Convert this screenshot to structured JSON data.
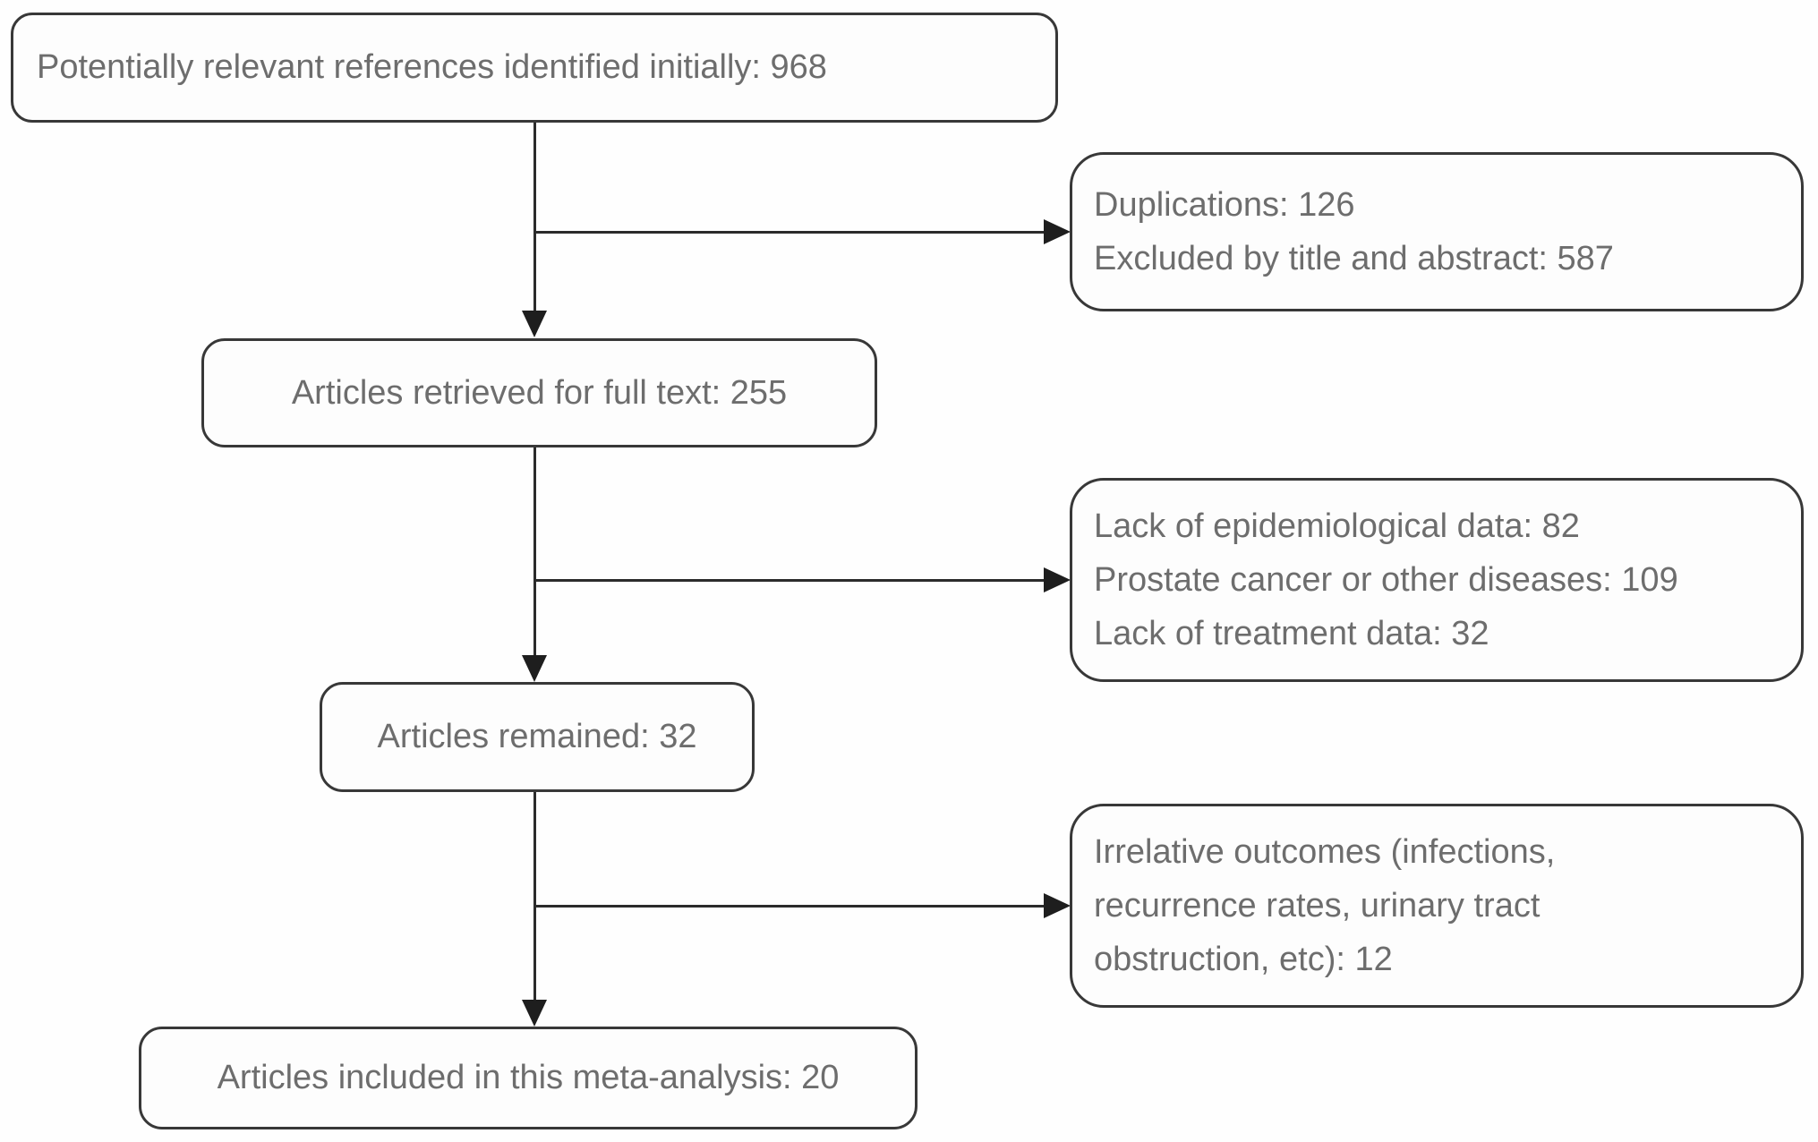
{
  "figure": {
    "type": "flowchart",
    "description": "Study selection flow diagram for a meta-analysis"
  },
  "diagram": {
    "colors": {
      "border": "#383838",
      "text": "#6d6d6d",
      "line": "#2b2b2b",
      "background": "#fefefe"
    },
    "nodes": {
      "initial": {
        "label": "Potentially relevant references identified initially: 968"
      },
      "fulltext": {
        "label": "Articles retrieved for full text: 255"
      },
      "remained": {
        "label": "Articles remained: 32"
      },
      "included": {
        "label": "Articles included in this meta-analysis: 20"
      },
      "excluded1": {
        "lines": [
          "Duplications: 126",
          "Excluded by title and abstract: 587"
        ]
      },
      "excluded2": {
        "lines": [
          "Lack of epidemiological data: 82",
          "Prostate cancer or other diseases: 109",
          "Lack of treatment data: 32"
        ]
      },
      "excluded3": {
        "lines": [
          "Irrelative outcomes (infections,",
          "recurrence rates, urinary tract",
          "obstruction, etc): 12"
        ]
      }
    },
    "counts": {
      "identified": 968,
      "duplications": 126,
      "excluded_title_abstract": 587,
      "full_text": 255,
      "lack_epidemiological_data": 82,
      "prostate_cancer_other_diseases": 109,
      "lack_treatment_data": 32,
      "remained": 32,
      "irrelative_outcomes": 12,
      "included": 20
    }
  }
}
